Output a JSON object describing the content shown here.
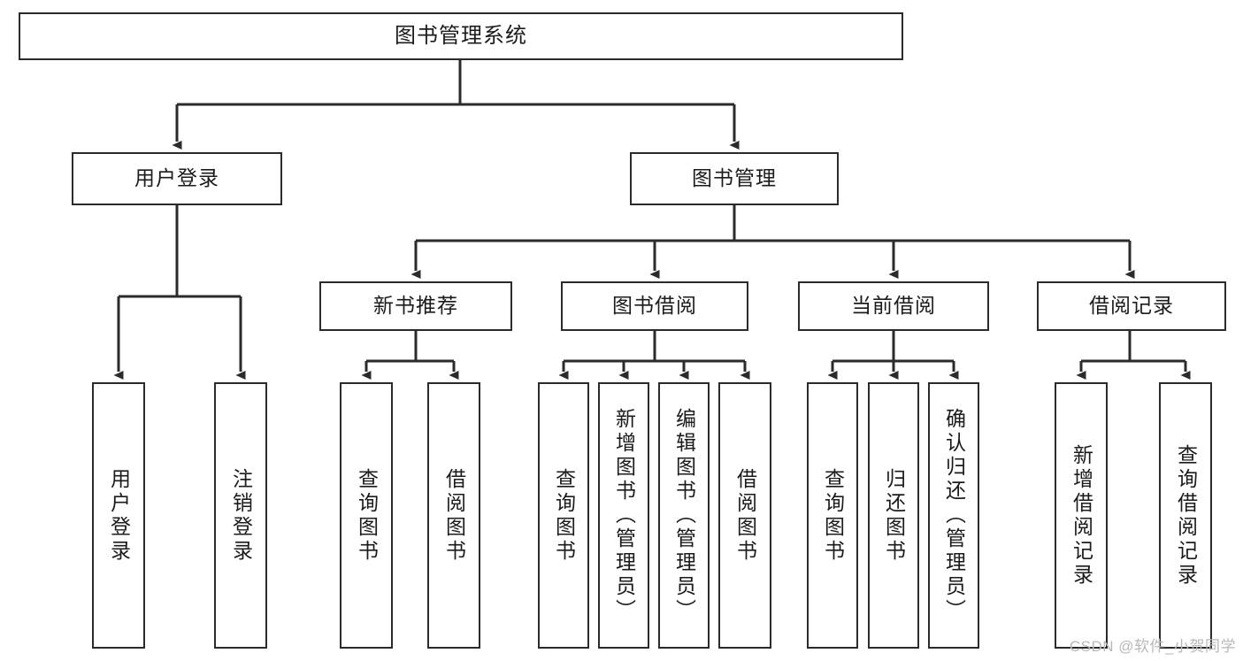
{
  "diagram": {
    "title": "图书管理系统",
    "type": "tree-hierarchy",
    "orientation": "top-down",
    "nodes": {
      "root": {
        "label": "图书管理系统"
      },
      "level1": [
        {
          "id": "user-login",
          "label": "用户登录"
        },
        {
          "id": "book-management",
          "label": "图书管理"
        }
      ],
      "level2": [
        {
          "id": "new-book-recommend",
          "label": "新书推荐"
        },
        {
          "id": "book-borrow",
          "label": "图书借阅"
        },
        {
          "id": "current-borrow",
          "label": "当前借阅"
        },
        {
          "id": "borrow-record",
          "label": "借阅记录"
        }
      ],
      "leaves": [
        {
          "id": "leaf-user-login",
          "label": "用户登录"
        },
        {
          "id": "leaf-logout-login",
          "label": "注销登录"
        },
        {
          "id": "leaf-query-book-1",
          "label": "查询图书"
        },
        {
          "id": "leaf-borrow-book-1",
          "label": "借阅图书"
        },
        {
          "id": "leaf-query-book-2",
          "label": "查询图书"
        },
        {
          "id": "leaf-add-book",
          "label": "新增图书（管理员）"
        },
        {
          "id": "leaf-edit-book",
          "label": "编辑图书（管理员）"
        },
        {
          "id": "leaf-borrow-book-2",
          "label": "借阅图书"
        },
        {
          "id": "leaf-query-book-3",
          "label": "查询图书"
        },
        {
          "id": "leaf-return-book",
          "label": "归还图书"
        },
        {
          "id": "leaf-confirm-return",
          "label": "确认归还（管理员）"
        },
        {
          "id": "leaf-add-borrow-record",
          "label": "新增借阅记录"
        },
        {
          "id": "leaf-query-borrow-record",
          "label": "查询借阅记录"
        }
      ]
    },
    "colors": {
      "stroke": "#2b2b2b",
      "fill": "#ffffff",
      "text": "#1b1b1b",
      "watermark": "#b8b8b8"
    }
  },
  "watermark": {
    "text": "CSDN @软件_小贺同学"
  }
}
